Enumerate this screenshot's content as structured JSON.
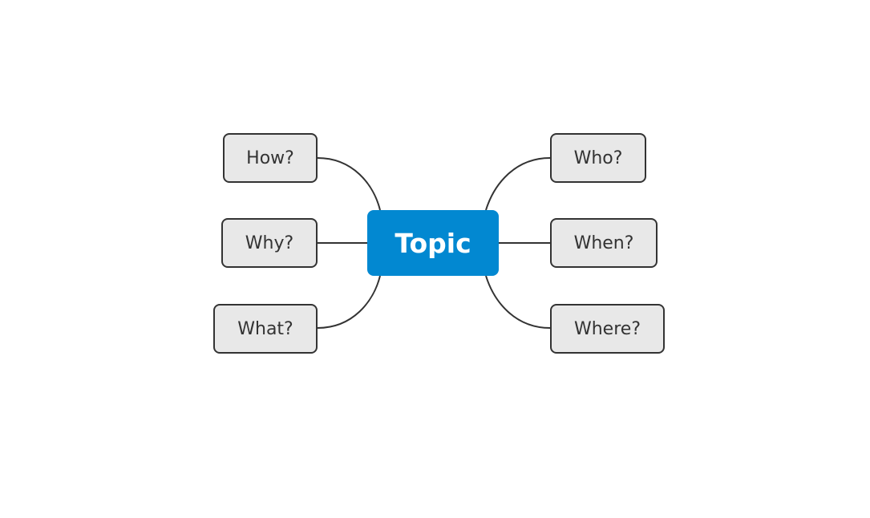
{
  "diagram": {
    "type": "mind-map",
    "center": {
      "label": "Topic",
      "color": "#0288d1",
      "text_color": "#ffffff"
    },
    "left_branches": [
      {
        "label": "How?"
      },
      {
        "label": "Why?"
      },
      {
        "label": "What?"
      }
    ],
    "right_branches": [
      {
        "label": "Who?"
      },
      {
        "label": "When?"
      },
      {
        "label": "Where?"
      }
    ],
    "style": {
      "node_fill": "#e8e8e8",
      "node_stroke": "#333333",
      "connector_color": "#333333",
      "background": "#ffffff"
    }
  }
}
